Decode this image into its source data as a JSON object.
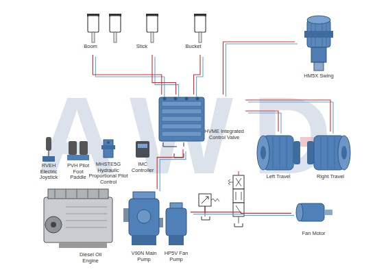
{
  "diagram": {
    "nodes": [
      {
        "text": [
          "Boom"
        ]
      },
      {
        "text": [
          "Stick"
        ]
      },
      {
        "text": [
          "Bucket"
        ]
      },
      {
        "text": [
          "HM5X Swing"
        ]
      },
      {
        "text": [
          "HVME Integrated Control Valve"
        ]
      },
      {
        "text": [
          "RVEH Electric Joystick"
        ]
      },
      {
        "text": [
          "PVH Pilot Foot Paddle"
        ]
      },
      {
        "text": [
          "MHSTE5G Hydraulic Proportional Pilot Control"
        ]
      },
      {
        "text": [
          "IMC Controller"
        ]
      },
      {
        "text": [
          "Left Travel"
        ]
      },
      {
        "text": [
          "Right Travel"
        ]
      },
      {
        "text": [
          "Diesel Oil Engine"
        ]
      },
      {
        "text": [
          "V90N Main Pump"
        ]
      },
      {
        "text": [
          "HP5V Fan Pump"
        ]
      },
      {
        "text": [
          "Fan Motor"
        ]
      }
    ],
    "edges": [
      {
        "from": 4,
        "to": 0,
        "arrow": "none"
      },
      {
        "from": 4,
        "to": 1,
        "arrow": "none"
      },
      {
        "from": 4,
        "to": 2,
        "arrow": "none"
      },
      {
        "from": 4,
        "to": 3,
        "arrow": "none"
      },
      {
        "from": 4,
        "to": 9,
        "arrow": "none"
      },
      {
        "from": 4,
        "to": 10,
        "arrow": "none"
      },
      {
        "from": 12,
        "to": 4,
        "arrow": "none"
      },
      {
        "from": 13,
        "to": 14,
        "arrow": "none"
      }
    ],
    "labels": [
      "AWD"
    ]
  }
}
